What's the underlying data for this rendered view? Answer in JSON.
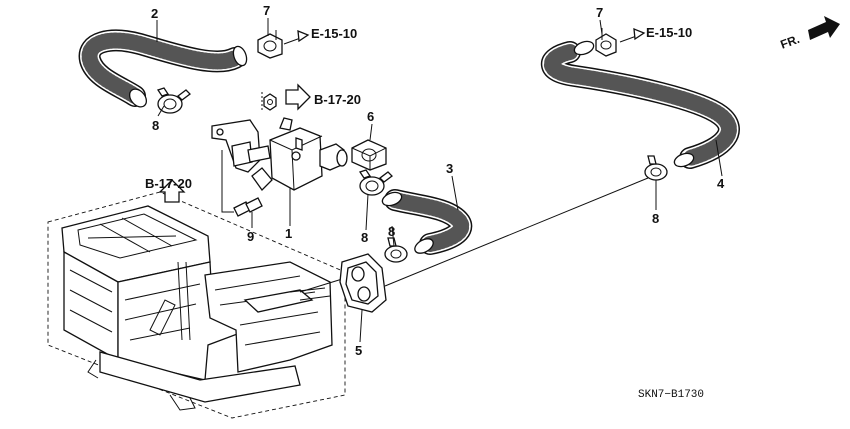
{
  "diagram": {
    "code": "SKN7−B1730",
    "front_marker": "FR.",
    "part_numbers": {
      "p1": "1",
      "p2": "2",
      "p3": "3",
      "p4": "4",
      "p5": "5",
      "p6": "6",
      "p7a": "7",
      "p7b": "7",
      "p8a": "8",
      "p8b": "8",
      "p8c": "8",
      "p8d": "8",
      "p9": "9"
    },
    "references": {
      "e1": "E-15-10",
      "e2": "E-15-10",
      "b1": "B-17-20",
      "b2": "B-17-20"
    }
  }
}
